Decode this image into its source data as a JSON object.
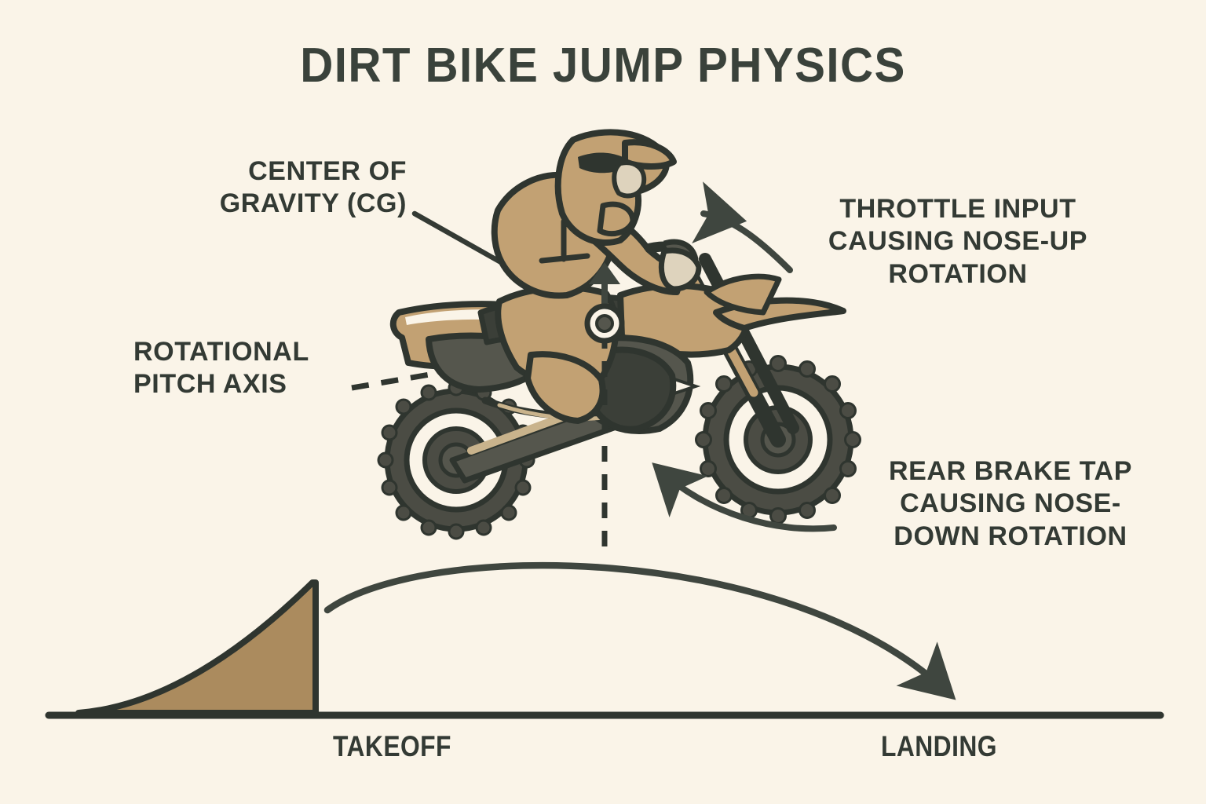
{
  "title": "DIRT BIKE JUMP PHYSICS",
  "colors": {
    "background": "#faf4e8",
    "ink": "#333a34",
    "ink_dark": "#262c27",
    "tan": "#c2a173",
    "tan_dark": "#ab8b5e",
    "tan_light": "#d8c19a",
    "tire": "#4b4c44",
    "tire_dark": "#3a3b34",
    "engine": "#55564d",
    "visor": "#ded3bd"
  },
  "labels": {
    "center_of_gravity": "CENTER OF\nGRAVITY (CG)",
    "rotational_pitch_axis": "ROTATIONAL\nPITCH AXIS",
    "throttle_input": "THROTTLE INPUT\nCAUSING NOSE-UP\nROTATION",
    "rear_brake_tap": "REAR BRAKE TAP\nCAUSING NOSE-\nDOWN ROTATION",
    "takeoff": "TAKEOFF",
    "landing": "LANDING"
  },
  "diagram": {
    "ground_label": "ground-line",
    "ramp_label": "takeoff-ramp",
    "trajectory_label": "jump-trajectory-arc",
    "cg_marker_label": "center-of-gravity-marker",
    "up_arrow_label": "cg-up-arrow",
    "pitch_axis_label": "pitch-axis-dashed-line",
    "vertical_dashed_label": "cg-vertical-dashed-line",
    "throttle_arrow_label": "throttle-curved-arrow",
    "brake_arrow_label": "rear-brake-curved-arrow",
    "cg_leader_label": "cg-leader-line"
  }
}
